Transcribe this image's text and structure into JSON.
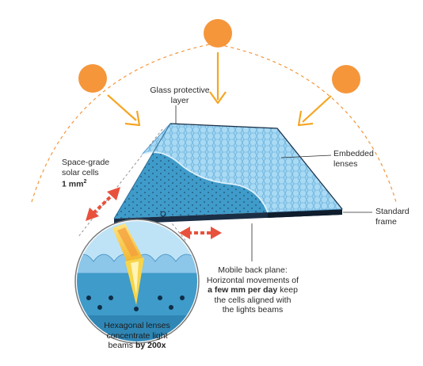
{
  "labels": {
    "glass": [
      "Glass protective",
      "layer"
    ],
    "embedded": [
      "Embedded",
      "lenses"
    ],
    "cells": [
      "Space-grade",
      "solar cells"
    ],
    "cells_size": "1 mm",
    "cells_size_sup": "2",
    "frame": [
      "Standard",
      "frame"
    ],
    "mobile_1": "Mobile back plane:",
    "mobile_2": "Horizontal movements of",
    "mobile_3_bold": "a few mm per day",
    "mobile_3_rest": " keep",
    "mobile_4": "the cells aligned with",
    "mobile_5": "the lights beams",
    "hex_1": "Hexagonal lenses",
    "hex_2": "concentrate light",
    "hex_3_rest": "beams ",
    "hex_3_bold": "by 200x"
  },
  "colors": {
    "sun": "#F5963B",
    "sun_ray": "#F5A623",
    "arc": "#F5963B",
    "panel_top": "#8BC8EC",
    "panel_back": "#3D9AC8",
    "frame": "#1A2E45",
    "red_arrow": "#E8513C",
    "beam": "#F7D54A"
  },
  "icons": [
    "sun-icon",
    "arrow-icon",
    "double-arrow-icon",
    "magnifier-icon"
  ]
}
